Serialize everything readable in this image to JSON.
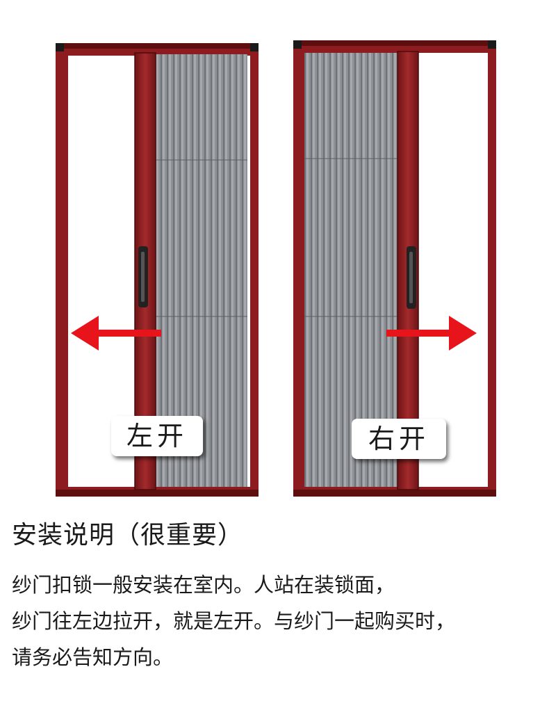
{
  "labels": {
    "left_open": "左开",
    "right_open": "右开"
  },
  "instructions": {
    "title": "安装说明（很重要）",
    "lines": [
      "纱门扣锁一般安装在室内。人站在装锁面，",
      "纱门往左边拉开，就是左开。与纱门一起购买时，",
      "请务必告知方向。"
    ]
  },
  "colors": {
    "frame": "#8c1c1f",
    "mesh": "#8f9296",
    "arrow": "#e8141b",
    "handle": "#222222"
  }
}
